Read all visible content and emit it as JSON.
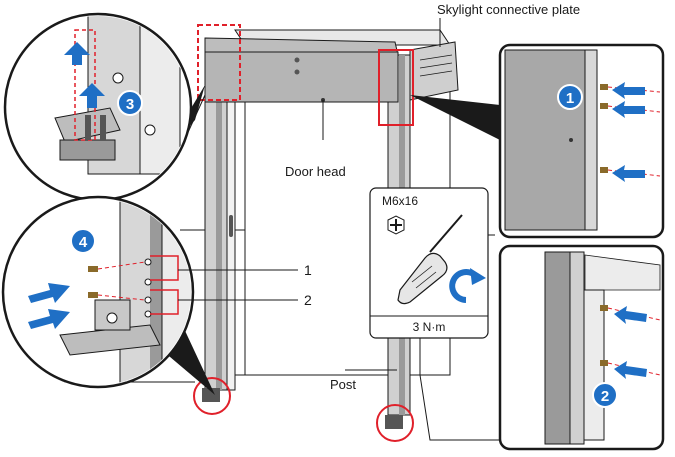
{
  "labels": {
    "skylight_plate": "Skylight connective plate",
    "door_head": "Door head",
    "post": "Post"
  },
  "callouts": {
    "one": "1",
    "two": "2"
  },
  "steps": [
    "1",
    "2",
    "3",
    "4"
  ],
  "tool": {
    "screw_spec": "M6x16",
    "torque": "3 N·m"
  },
  "colors": {
    "line": "#1a1a1a",
    "accent_blue": "#1f6fc5",
    "alert_red": "#e0202a",
    "metal_dark": "#8a8a8a",
    "metal_light": "#d9d9d9"
  }
}
